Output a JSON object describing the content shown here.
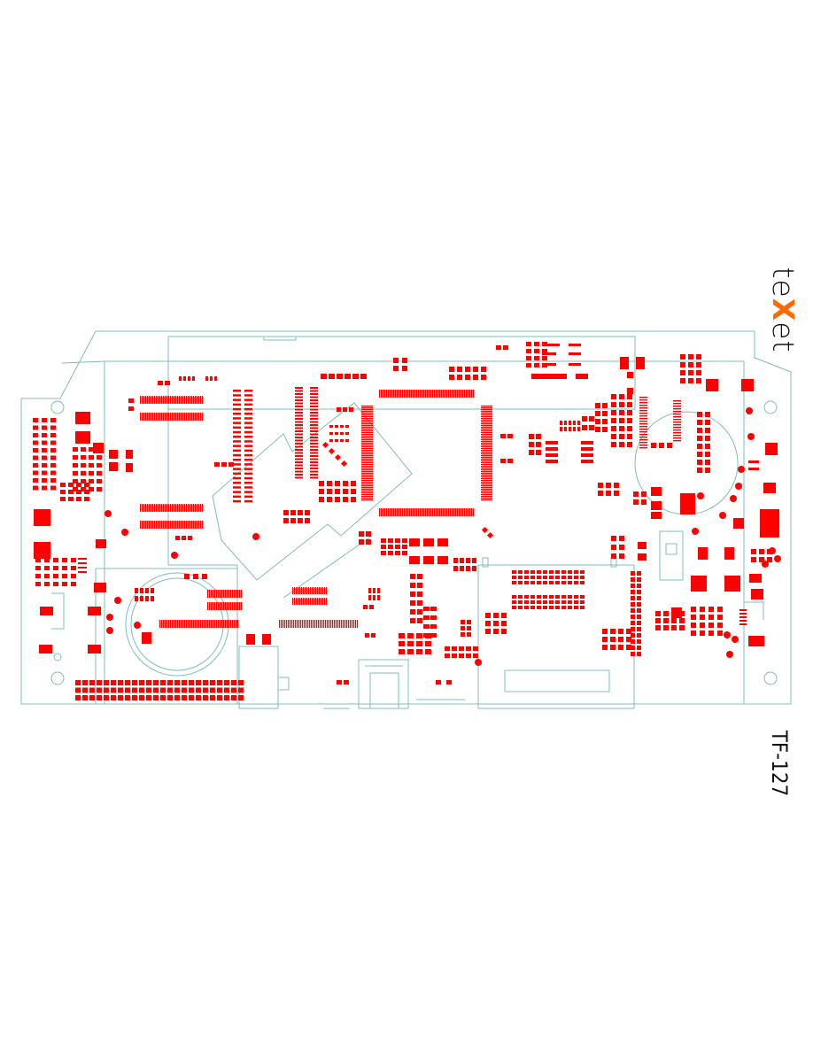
{
  "brand": {
    "prefix": "te",
    "highlight": "X",
    "suffix": "et",
    "colors": {
      "text": "#111111",
      "highlight": "#ff6a00"
    }
  },
  "model_label": "TF-127",
  "colors": {
    "background": "#ffffff",
    "outline": "#7fbcbc",
    "pad": "#ff0000"
  }
}
